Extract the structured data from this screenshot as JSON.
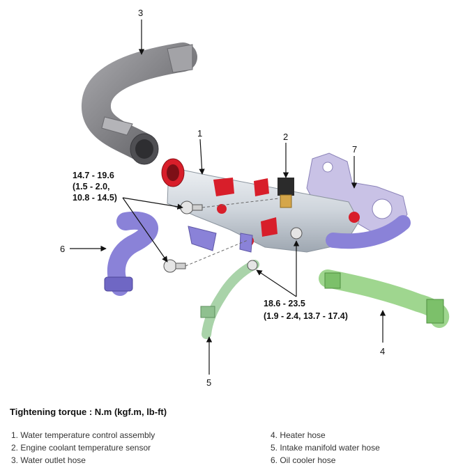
{
  "callouts": [
    "1",
    "2",
    "3",
    "4",
    "5",
    "6",
    "7"
  ],
  "torque_a": [
    "14.7 - 19.6",
    "(1.5 - 2.0,",
    "10.8 - 14.5)"
  ],
  "torque_b": [
    "18.6 - 23.5",
    "(1.9 - 2.4, 13.7 - 17.4)"
  ],
  "legend": {
    "title": "Tightening torque : N.m (kgf.m, lb-ft)",
    "items": [
      "1. Water temperature control assembly",
      "2. Engine coolant temperature sensor",
      "3. Water outlet hose",
      "4. Heater hose",
      "5. Intake manifold water hose",
      "6. Oil cooler hose"
    ]
  },
  "colors": {
    "housing": "#cfd5dc",
    "red_mark": "#d81e2a",
    "outlet_hose": "#7c7c7f",
    "oil_cooler_hose": "#8a82d8",
    "heater_hose": "#9fd68f",
    "intake_hose": "#a9d3a9",
    "bracket": "#c9c2e6"
  }
}
